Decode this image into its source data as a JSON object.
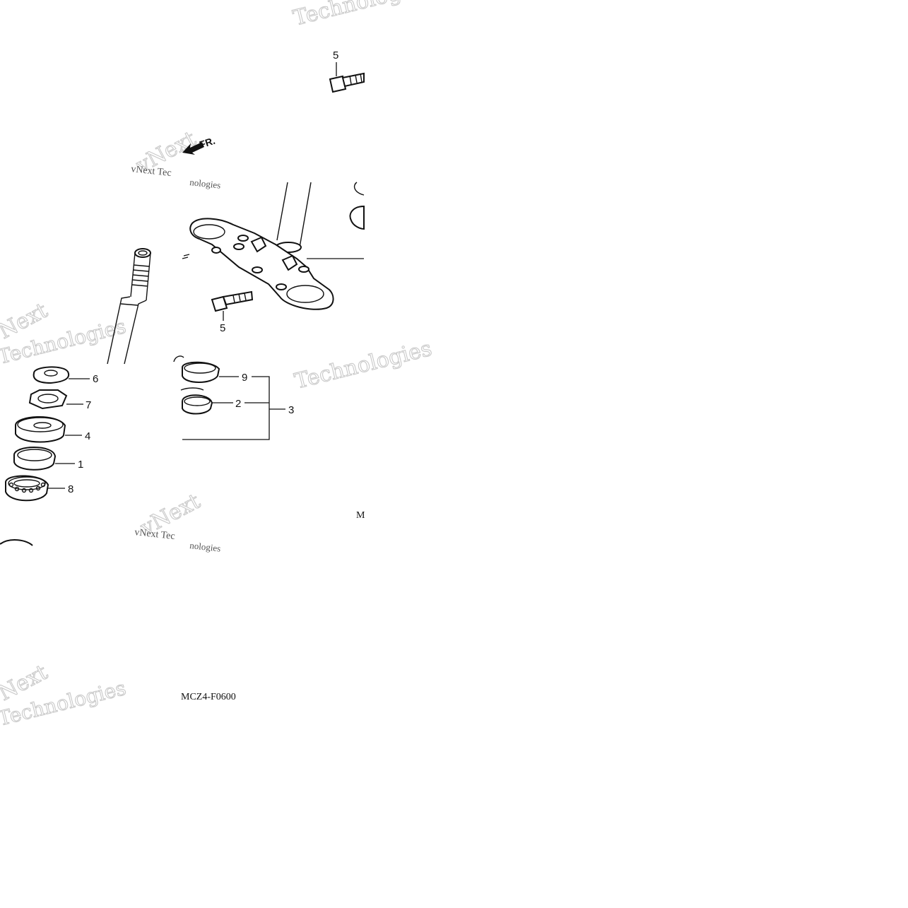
{
  "diagram": {
    "drawing_code": "MCZ4-F0600",
    "corner_mark": "M",
    "direction_label": "FR.",
    "watermark": {
      "brand_line1": "vNext",
      "brand_line2": "Technologies",
      "brand_inline": "vNext Tec",
      "suffix": "nologies"
    },
    "callouts": [
      "5",
      "5",
      "6",
      "7",
      "4",
      "1",
      "8",
      "9",
      "2",
      "3"
    ]
  }
}
